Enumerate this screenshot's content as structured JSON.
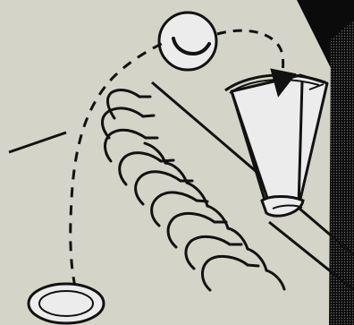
{
  "illustration": {
    "colors": {
      "paper": "#d4d4c8",
      "ink": "#111111",
      "light": "#ececec",
      "dark": "#0b0b0b"
    },
    "elements": [
      "coin",
      "glass-cup",
      "coin-rack",
      "table-edge",
      "trajectory-arrows",
      "landing-ring"
    ]
  }
}
